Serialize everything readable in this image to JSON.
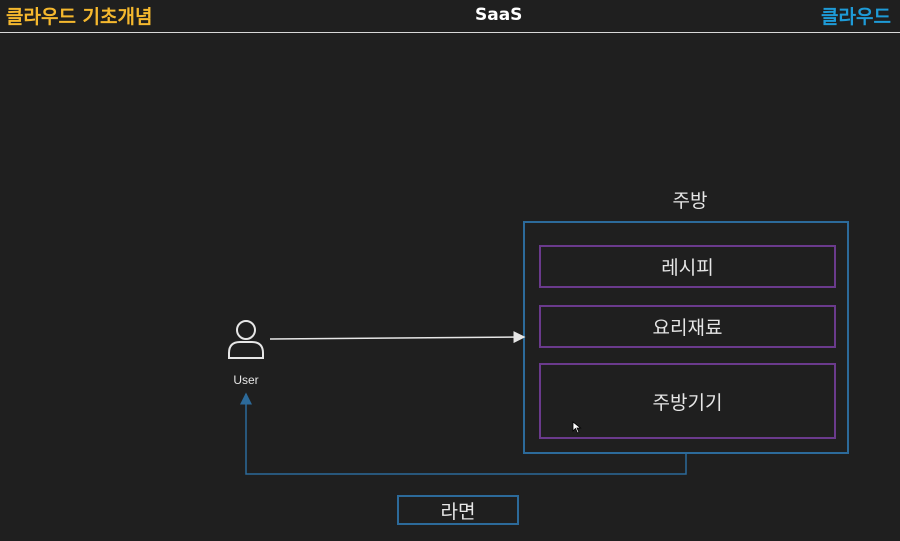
{
  "header": {
    "left_title": "클라우드 기초개념",
    "center_title": "SaaS",
    "right_title": "클라우드"
  },
  "diagram": {
    "user_label": "User",
    "kitchen": {
      "title": "주방",
      "items": [
        "레시피",
        "요리재료",
        "주방기기"
      ]
    },
    "output_label": "라면"
  },
  "colors": {
    "background": "#1f1f1f",
    "left_title": "#f5b82e",
    "right_title": "#1e9bd7",
    "kitchen_border": "#2c6a9a",
    "item_border": "#6a3a8c"
  }
}
